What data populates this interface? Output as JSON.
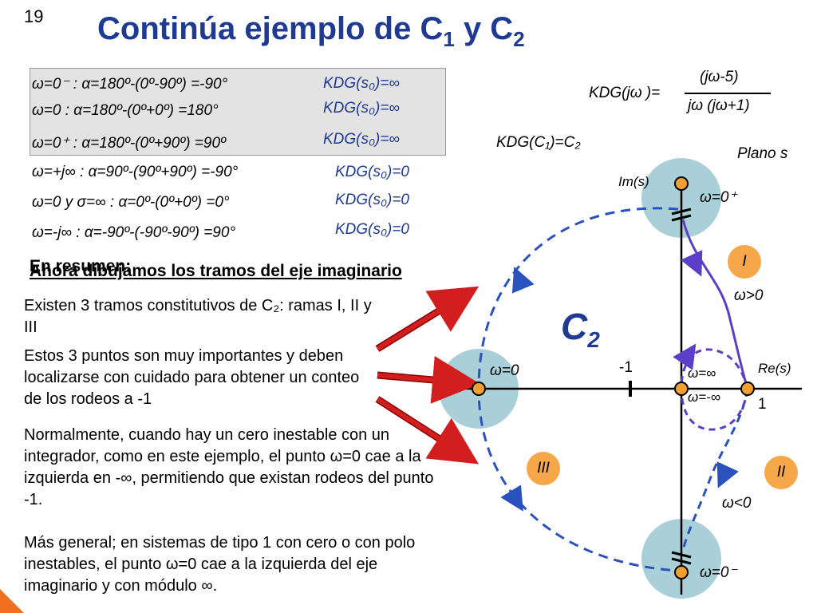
{
  "slide_number": "19",
  "title": {
    "main": "Continúa ejemplo de C",
    "sub1": "1",
    "mid": " y C",
    "sub2": "2"
  },
  "rows": [
    {
      "text": "ω=0⁻ : α=180º-(0º-90º) =-90°",
      "kd": "KDG(s₀)=∞"
    },
    {
      "text": "ω=0 : α=180º-(0º+0º) =180°",
      "kd": "KDG(s₀)=∞"
    },
    {
      "text": "ω=0⁺ : α=180º-(0º+90º) =90º",
      "kd": "KDG(s₀)=∞"
    },
    {
      "text": "ω=+j∞ : α=90º-(90º+90º) =-90°",
      "kd": "KDG(s₀)=0"
    },
    {
      "text": "ω=0 y σ=∞ : α=0º-(0º+0º) =0°",
      "kd": "KDG(s₀)=0"
    },
    {
      "text": "ω=-j∞ : α=-90º-(-90º-90º) =90°",
      "kd": "KDG(s₀)=0"
    }
  ],
  "formula": {
    "lhs": "KDG(jω )=",
    "numerator": "(jω-5)",
    "denominator": "jω (jω+1)",
    "relation": "KDG(C₁)=C₂"
  },
  "overlap_heading_a": "En resumen:",
  "overlap_heading_b": "Ahora dibujamos los tramos del eje imaginario",
  "paragraphs": [
    "Existen 3 tramos constitutivos de C₂: ramas I, II y III",
    "Estos 3 puntos son muy importantes y deben localizarse con cuidado para obtener un conteo de los rodeos a -1",
    "Normalmente, cuando hay un cero inestable con un integrador, como en este ejemplo, el punto ω=0 cae a la izquierda en -∞, permitiendo que existan rodeos del punto -1.",
    "Más general; en sistemas de tipo 1 con cero o con polo inestables, el punto ω=0 cae a la izquierda del eje imaginario y con módulo ∞."
  ],
  "diagram": {
    "plane_label": "Plano s",
    "im_label": "Im(s)",
    "re_label": "Re(s)",
    "minus_one": "-1",
    "one": "1",
    "curve_name": "C₂",
    "w0plus": "ω=0⁺",
    "w0minus": "ω=0⁻",
    "w0": "ω=0",
    "winf_pos": "ω=∞",
    "winf_neg": "ω=-∞",
    "w_gt0": "ω>0",
    "w_lt0": "ω<0",
    "branch_I": "I",
    "branch_II": "II",
    "branch_III": "III"
  },
  "colors": {
    "title": "#1f3a93",
    "circle_fill": "#a9cfd8",
    "badge": "#f5a74a",
    "dashed_curve": "#2a52be",
    "solid_curve": "#5b3fc8",
    "arrow": "#d21e1e",
    "point": "#f0a030"
  }
}
